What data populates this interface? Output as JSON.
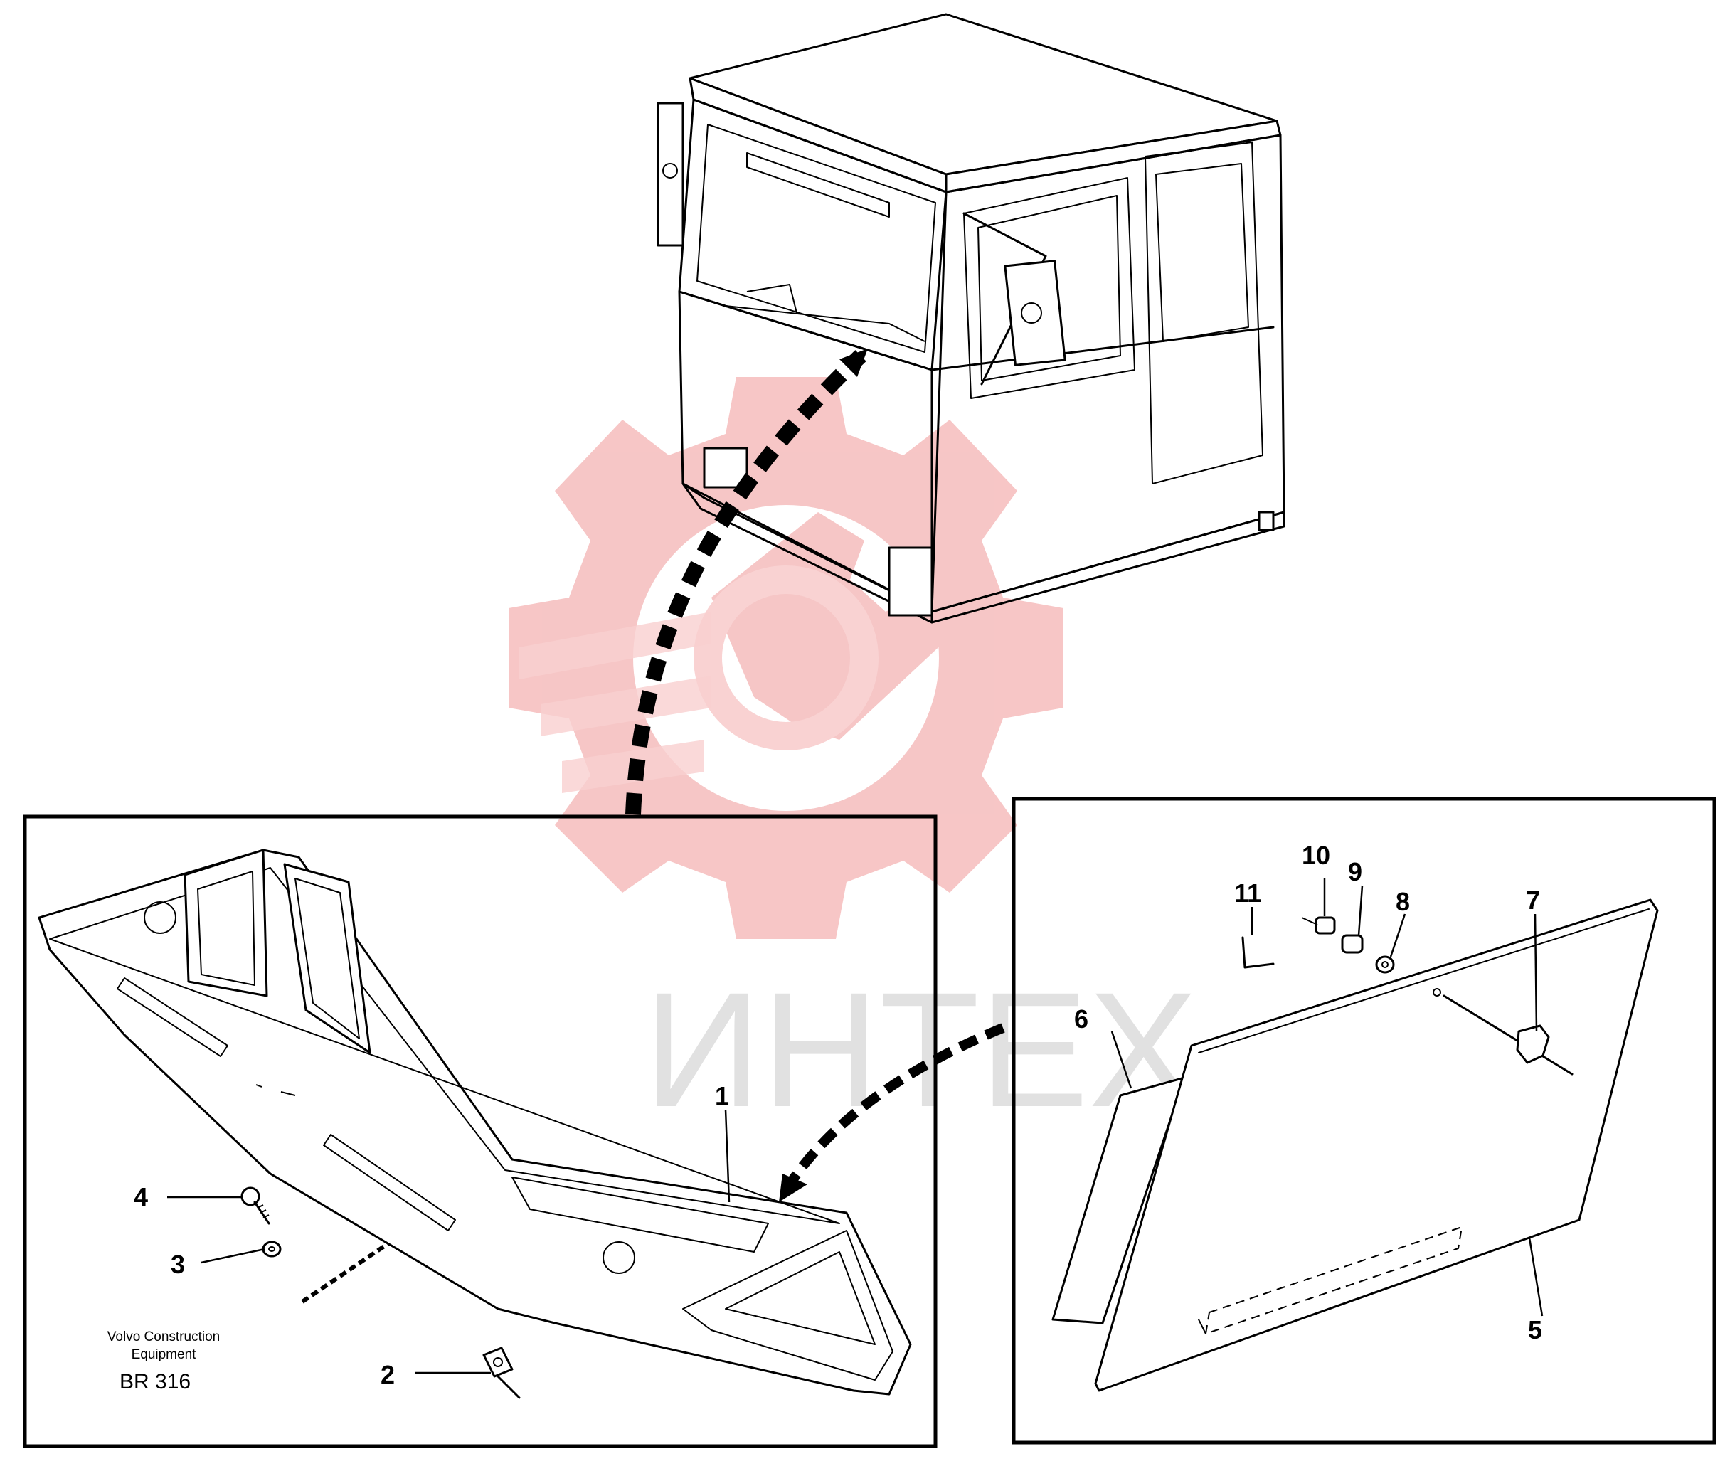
{
  "watermark": {
    "text": "ИНТЕХ",
    "color": "#f4b3b3"
  },
  "callouts": {
    "c1": "1",
    "c2": "2",
    "c3": "3",
    "c4": "4",
    "c5": "5",
    "c6": "6",
    "c7": "7",
    "c8": "8",
    "c9": "9",
    "c10": "10",
    "c11": "11"
  },
  "credit": {
    "line1": "Volvo Construction",
    "line2": "Equipment",
    "doc_number": "BR 316"
  }
}
